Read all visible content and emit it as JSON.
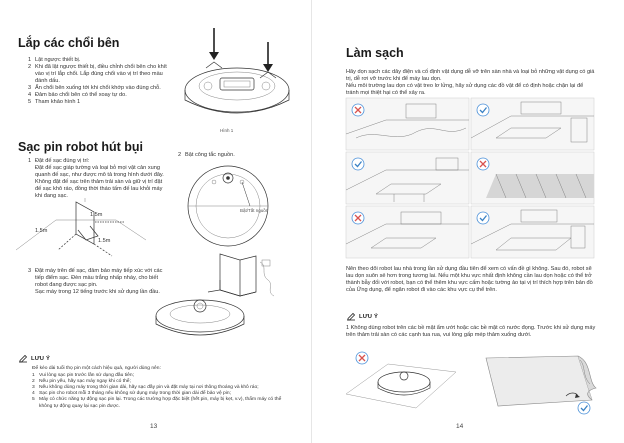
{
  "left": {
    "section1": {
      "title": "Lắp các chổi bên",
      "steps": [
        {
          "n": "1",
          "text": "Lật ngược thiết bị."
        },
        {
          "n": "2",
          "text": "Khi đã lật ngược thiết bị, điều chỉnh chổi bên cho khít vào vị trí lắp chổi. Lắp đúng chổi vào vị trí theo màu đánh dấu."
        },
        {
          "n": "3",
          "text": "Ấn chổi bên xuống tới khi chổi khớp vào đúng chỗ."
        },
        {
          "n": "4",
          "text": "Đảm bảo chổi bên có thể xoay tự do."
        },
        {
          "n": "5",
          "text": "Tham khảo hình 1"
        }
      ],
      "figure_caption": "Hình 1"
    },
    "section2": {
      "title": "Sạc pin robot hút bụi",
      "step1": {
        "n": "1",
        "text": "Đặt đế sạc đúng vị trí:\nĐặt đế sạc giáp tường và loại bỏ mọi vật cản xung quanh đế sạc, như được mô tả trong hình dưới đây.\nKhông đặt đế sạc trên thảm trải sàn và giữ vị trí đặt đế sạc khô ráo, đồng thời tháo tấm đế lau khỏi máy khi đang sạc."
      },
      "step2": {
        "n": "2",
        "text": "Bật công tắc nguồn."
      },
      "power_label": "Bật/Tắt nguồn",
      "dims": {
        "top": "1.5m",
        "left": "1.5m",
        "right": "1.5m"
      },
      "step3": {
        "n": "3",
        "text": "Đặt máy trên đế sạc, đảm bảo máy tiếp xúc với các tiếp điểm sạc. Đèn màu trắng nhấp nháy, cho biết robot đang được sạc pin.\nSạc máy trong 12 tiếng trước khi sử dụng lần đầu."
      }
    },
    "note": {
      "label": "LƯU Ý",
      "intro": "Để kéo dài tuổi thọ pin một cách hiệu quả, người dùng nên:",
      "items": [
        {
          "n": "1",
          "text": "Vui lòng sạc pin trước lần sử dụng đầu tiên;"
        },
        {
          "n": "2",
          "text": "Nếu pin yếu, hãy sạc máy ngay khi có thể;"
        },
        {
          "n": "3",
          "text": "Nếu không dùng máy trong thời gian dài, hãy sạc đầy pin và đặt máy tại nơi thông thoáng và khô ráo;"
        },
        {
          "n": "4",
          "text": "Sạc pin cho robot mỗi 3 tháng nếu không sử dụng máy trong thời gian dài để bảo vệ pin;"
        },
        {
          "n": "5",
          "text": "Máy có chức năng tự động sạc pin lại. Trong các trường hợp đặc biệt (hết pin, máy bị kẹt, v.v), thẩm máy có thể không tự động quay lại sạc pin được."
        }
      ]
    },
    "page_number": "13"
  },
  "right": {
    "section": {
      "title": "Làm sạch",
      "intro": "Hãy dọn sạch các dây điện và cố định vật dụng dễ vỡ trên sàn nhà và loại bỏ những vật dụng có giá trị, dễ rơi vỡ trước khi để máy lau dọn.\nNếu môi trường lau dọn có vật treo lơ lửng, hãy sử dụng các đồ vật để có định hoặc chặn lại để tránh mọi thiệt hại có thể xảy ra.",
      "body": "Nên theo dõi robot lau nhà trong lần sử dụng đầu tiên để xem có vấn đề gì không. Sau đó, robot sẽ lau dọn suôn sẻ hơn trong tương lai. Nếu một khu vực nhất định không cần lau dọn hoặc có thể trở thành bẫy đối với robot, bạn có thể thêm khu vực cấm hoặc tường ảo tại vị trí thích hợp trên bản đồ của Ứng dụng, để ngăn robot đi vào các khu vực cụ thể trên."
    },
    "note": {
      "label": "LƯU Ý",
      "text": "1 Không dùng robot trên các bề mặt ẩm ướt hoặc các bề mặt có nước đọng. Trước khi sử dụng máy trên thảm trải sàn có các cạnh tua rua, vui lòng gấp mép thảm xuống dưới."
    },
    "page_number": "14"
  },
  "colors": {
    "accent_blue": "#4a90d9",
    "cross_red": "#d9534f",
    "check_blue": "#3b82c4",
    "text": "#222222"
  }
}
